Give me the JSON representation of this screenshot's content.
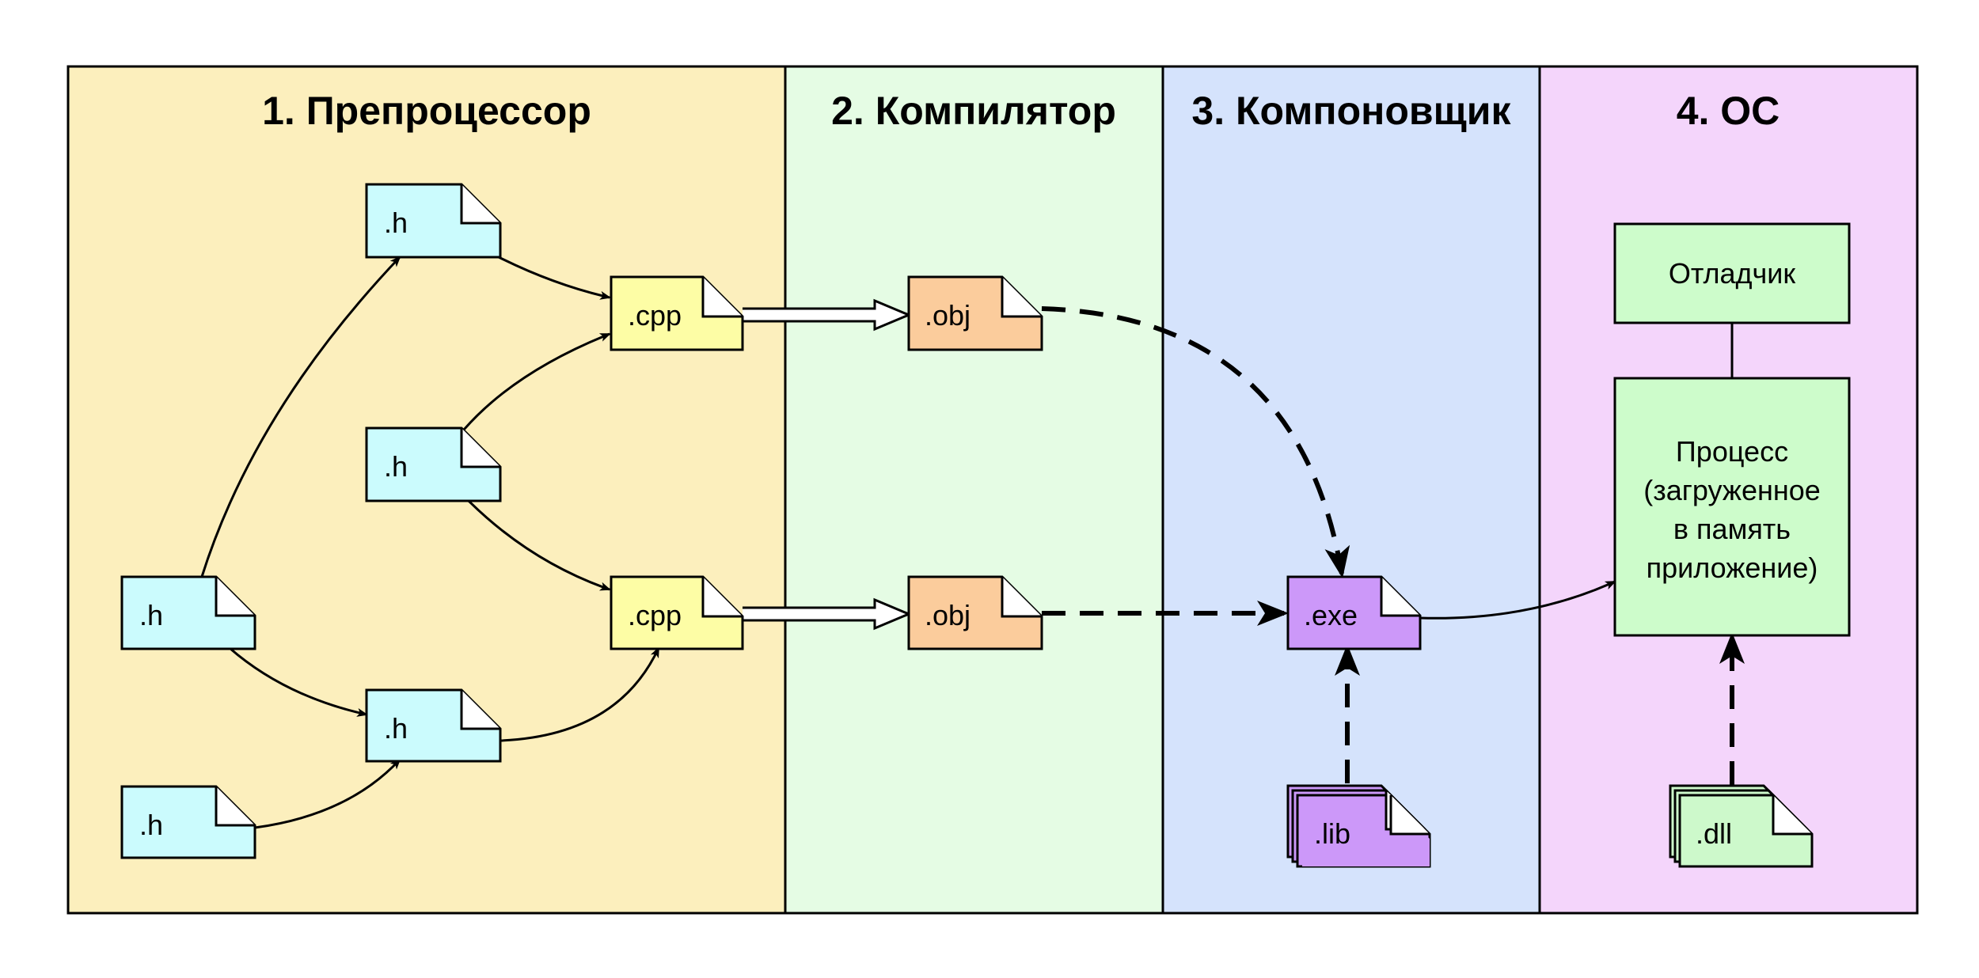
{
  "stages": [
    {
      "title": "1. Препроцессор",
      "color": "#fcefbd"
    },
    {
      "title": "2. Компилятор",
      "color": "#e5fce4"
    },
    {
      "title": "3. Компоновщик",
      "color": "#d5e3fc"
    },
    {
      "title": "4. ОС",
      "color": "#f4d5fb"
    }
  ],
  "files": {
    "header_label": ".h",
    "cpp_label": ".cpp",
    "obj_label": ".obj",
    "exe_label": ".exe",
    "lib_label": ".lib",
    "dll_label": ".dll"
  },
  "boxes": {
    "debugger": "Отладчик",
    "process_lines": [
      "Процесс",
      "(загруженное",
      "в память",
      "приложение)"
    ]
  },
  "colors": {
    "header": "#cbfbfd",
    "cpp": "#fdfda5",
    "obj": "#fbcc9c",
    "exe": "#cc98f9",
    "dll": "#cdf9cb",
    "box": "#cdfccb"
  }
}
